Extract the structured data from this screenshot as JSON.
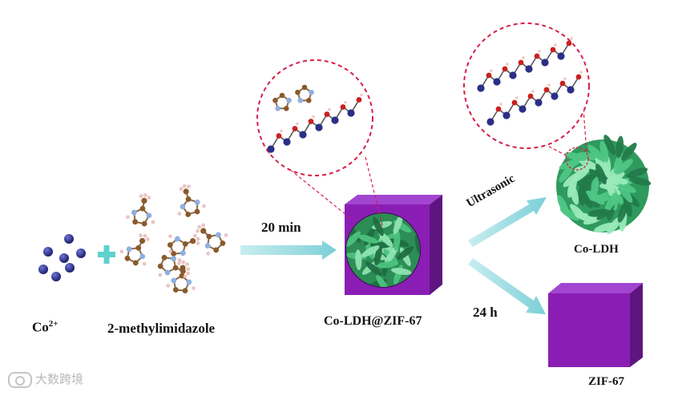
{
  "labels": {
    "cobalt_ion": "Co",
    "cobalt_charge": "2+",
    "ligand": "2-methylimidazole",
    "time_first": "20 min",
    "intermediate": "Co-LDH@ZIF-67",
    "branch_up": "Ultrasonic",
    "branch_down": "24 h",
    "product_ldh": "Co-LDH",
    "product_zif": "ZIF-67"
  },
  "watermark": "大数跨境",
  "colors": {
    "cobalt": "#2b2f86",
    "zif_purple": "#8a1eb4",
    "ldh_green": "#47c07a",
    "arrow": "#9ad9df",
    "plus": "#5fd1cf",
    "dashed_red": "#d61f48",
    "carbon": "#8a5a2b",
    "nitrogen": "#8fb0e0",
    "oxygen": "#cc1f1f",
    "hydrogen": "#f0c8c8"
  }
}
